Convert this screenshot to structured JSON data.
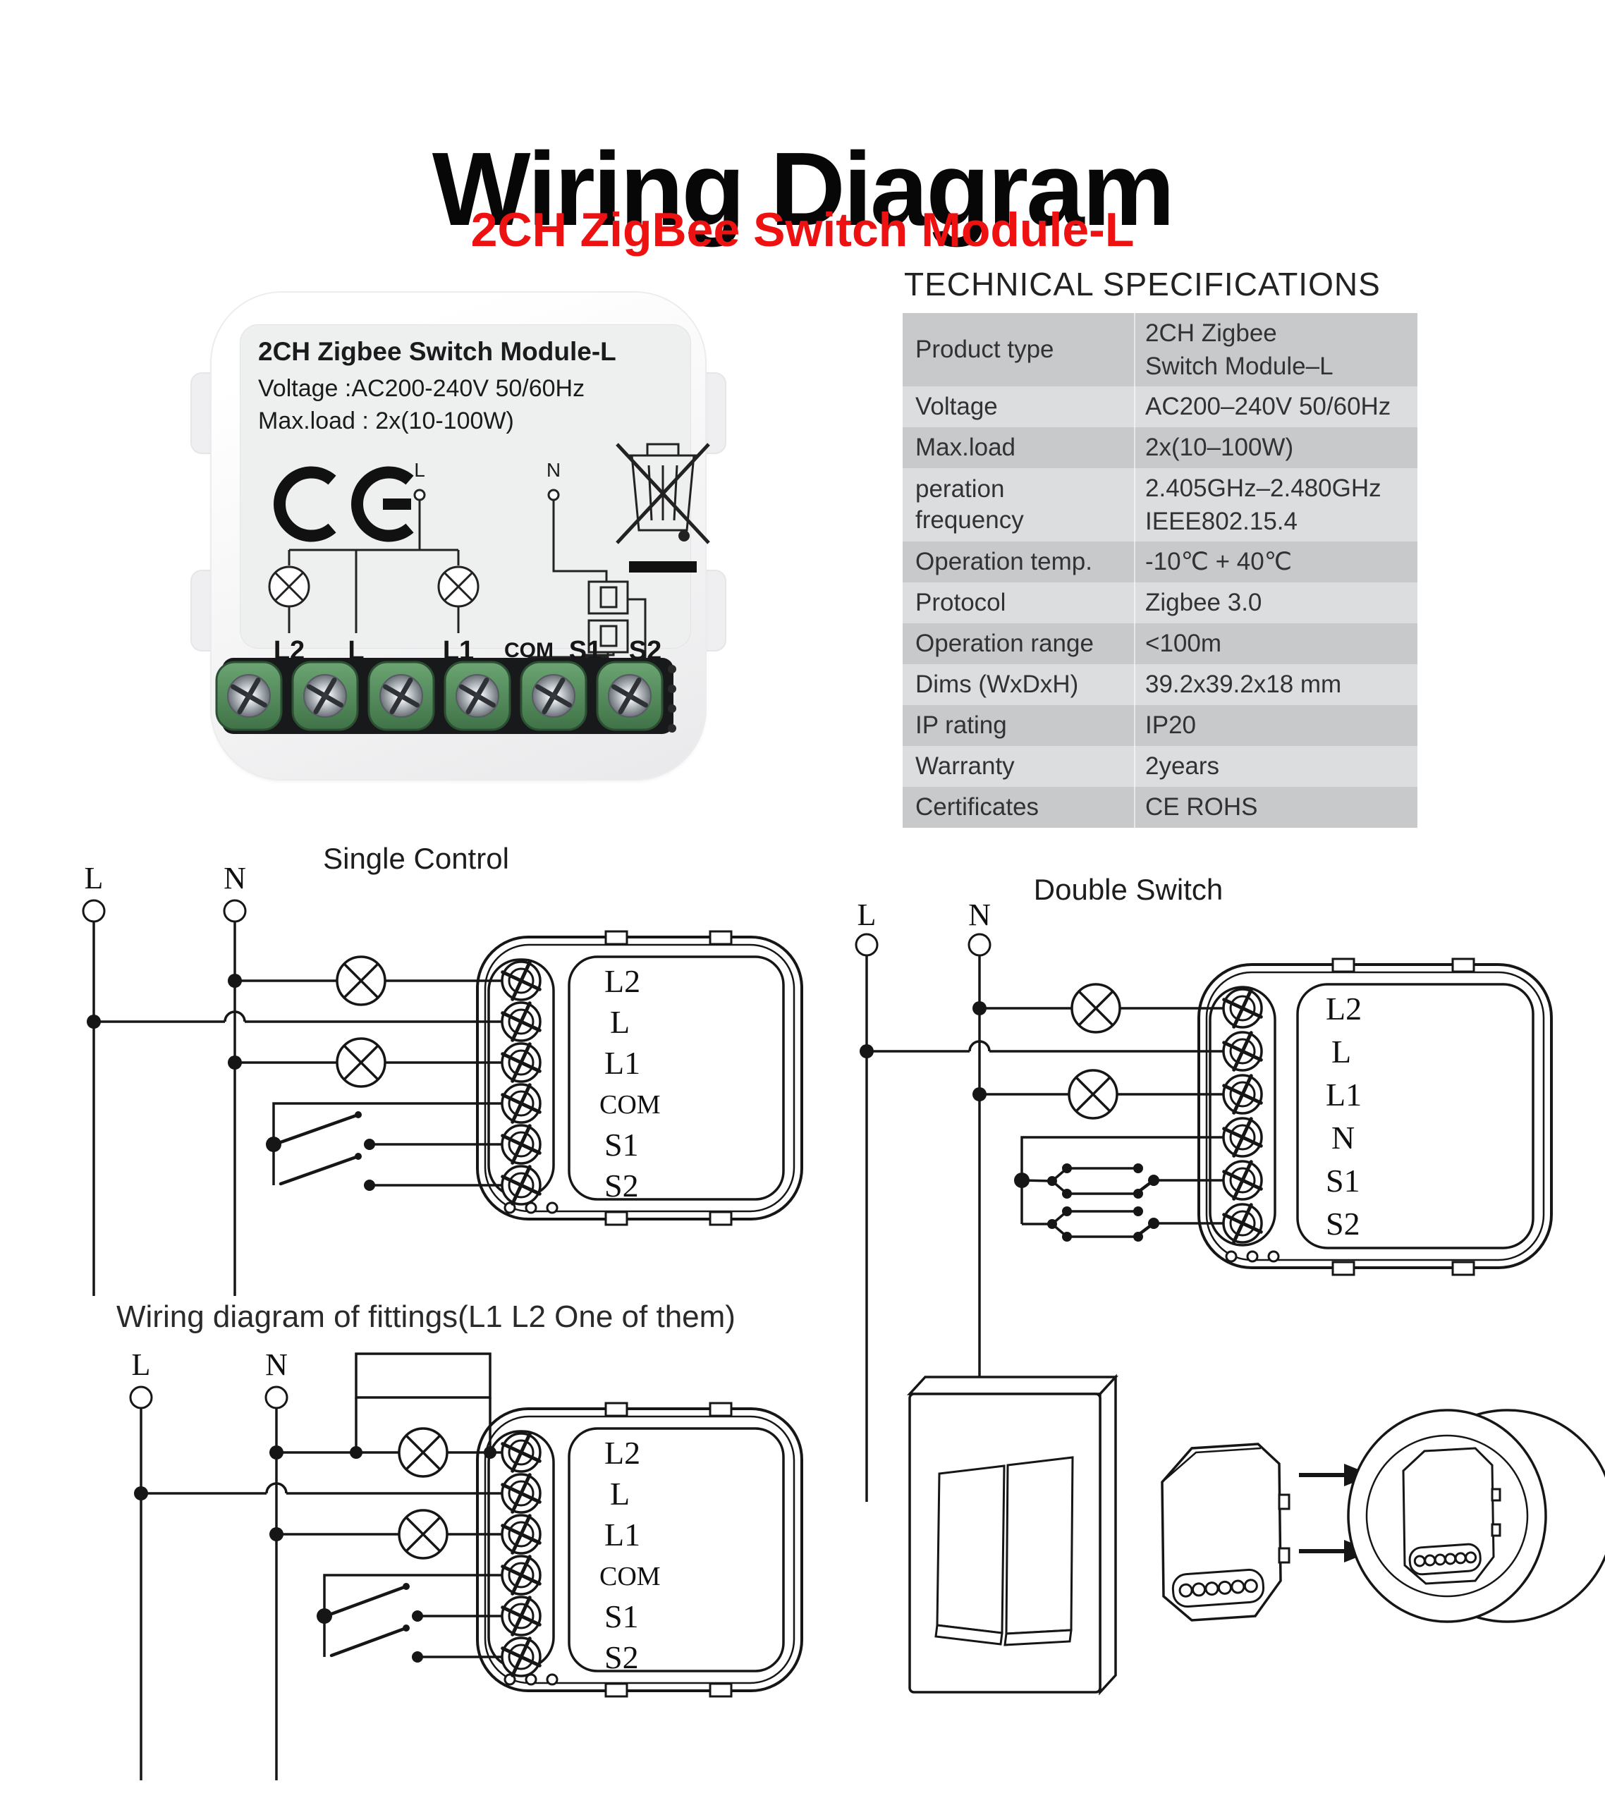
{
  "page": {
    "title": "Wiring Diagram",
    "subtitle": "2CH ZigBee Switch Module-L",
    "accent_color": "#ee1111"
  },
  "photo": {
    "label_line1": "2CH Zigbee Switch Module-L",
    "label_line2": "Voltage :AC200-240V 50/60Hz",
    "label_line3": "Max.load : 2x(10-100W)",
    "supply_l": "L",
    "supply_n": "N",
    "terminals": [
      "L2",
      "L",
      "L1",
      "COM",
      "S1",
      "S2"
    ]
  },
  "specs": {
    "heading": "TECHNICAL SPECIFICATIONS",
    "rows": [
      {
        "label": "Product type",
        "value": "2CH Zigbee\nSwitch Module–L"
      },
      {
        "label": "Voltage",
        "value": "AC200–240V 50/60Hz"
      },
      {
        "label": "Max.load",
        "value": "2x(10–100W)"
      },
      {
        "label": "peration\nfrequency",
        "value": "2.405GHz–2.480GHz\nIEEE802.15.4"
      },
      {
        "label": "Operation temp.",
        "value": "-10℃ + 40℃"
      },
      {
        "label": "Protocol",
        "value": "Zigbee  3.0"
      },
      {
        "label": "Operation range",
        "value": "<100m"
      },
      {
        "label": "Dims (WxDxH)",
        "value": "39.2x39.2x18 mm"
      },
      {
        "label": "IP rating",
        "value": "IP20"
      },
      {
        "label": "Warranty",
        "value": "2years"
      },
      {
        "label": "Certificates",
        "value": "CE ROHS"
      }
    ]
  },
  "diagrams": {
    "single": {
      "title": "Single Control",
      "l": "L",
      "n": "N",
      "terminals": [
        "L2",
        "L",
        "L1",
        "COM",
        "S1",
        "S2"
      ]
    },
    "double": {
      "title": "Double Switch",
      "l": "L",
      "n": "N",
      "terminals": [
        "L2",
        "L",
        "L1",
        "N",
        "S1",
        "S2"
      ]
    },
    "fittings": {
      "title": "Wiring diagram of fittings(L1 L2 One of them)",
      "l": "L",
      "n": "N",
      "terminals": [
        "L2",
        "L",
        "L1",
        "COM",
        "S1",
        "S2"
      ]
    }
  }
}
